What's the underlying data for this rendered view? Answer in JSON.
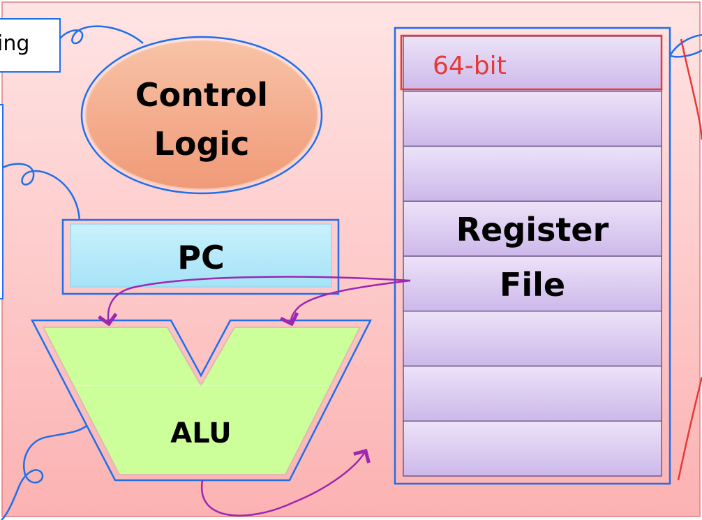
{
  "diagram": {
    "partial_label": "ing",
    "control_logic": {
      "line1": "Control",
      "line2": "Logic"
    },
    "pc": {
      "label": "PC"
    },
    "alu": {
      "label": "ALU"
    },
    "register_file": {
      "line1": "Register",
      "line2": "File",
      "row_count": 8,
      "annotation": "64-bit"
    }
  },
  "colors": {
    "cpu_bg_top": "#ffe4e4",
    "cpu_bg_bottom": "#fcb6b6",
    "outline_blue": "#1f6feb",
    "control_logic_fill": "#f4a98a",
    "pc_fill": "#b8ecfb",
    "alu_fill": "#ccff99",
    "register_fill": "#d9c9ef",
    "highlight_red": "#e53935",
    "arrow_purple": "#9c27b0"
  }
}
